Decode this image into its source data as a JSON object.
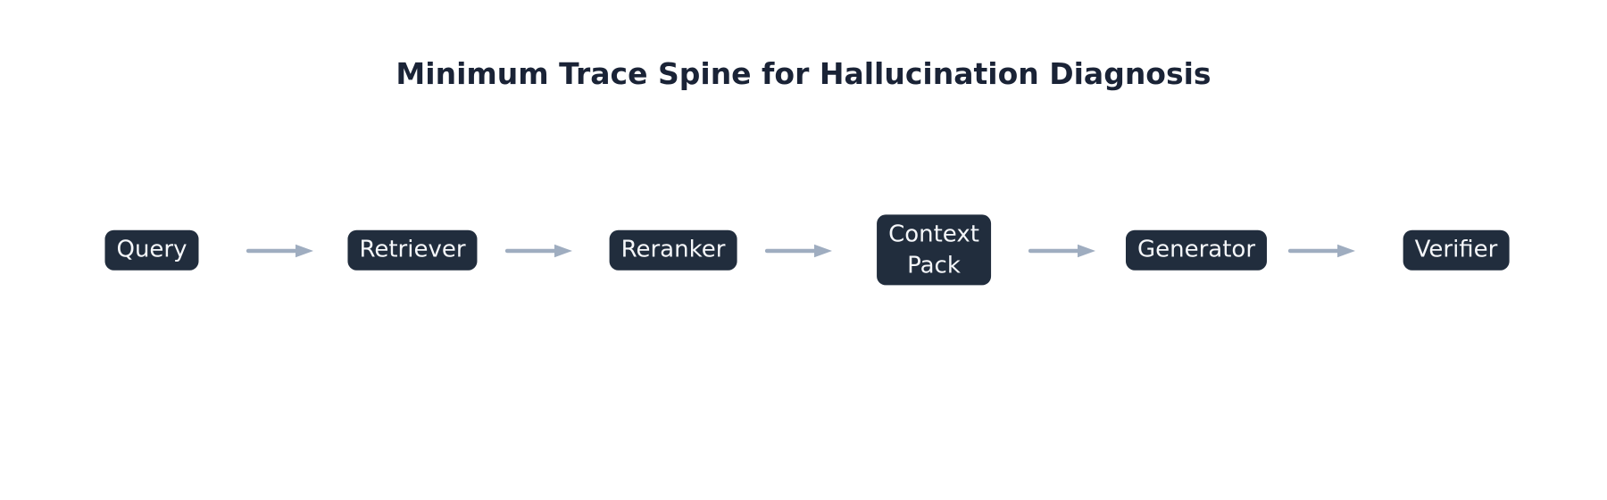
{
  "title": "Minimum Trace Spine for Hallucination Diagnosis",
  "pipeline": {
    "nodes": [
      {
        "id": "query",
        "label": "Query"
      },
      {
        "id": "retriever",
        "label": "Retriever"
      },
      {
        "id": "reranker",
        "label": "Reranker"
      },
      {
        "id": "context-pack",
        "label": "Context\nPack"
      },
      {
        "id": "generator",
        "label": "Generator"
      },
      {
        "id": "verifier",
        "label": "Verifier"
      }
    ],
    "arrow_count": 5,
    "direction": "left-to-right"
  },
  "colors": {
    "background": "#ffffff",
    "title_text": "#1a2336",
    "node_fill": "#212d3d",
    "node_text": "#f5f7fa",
    "arrow": "#9fadc0"
  }
}
